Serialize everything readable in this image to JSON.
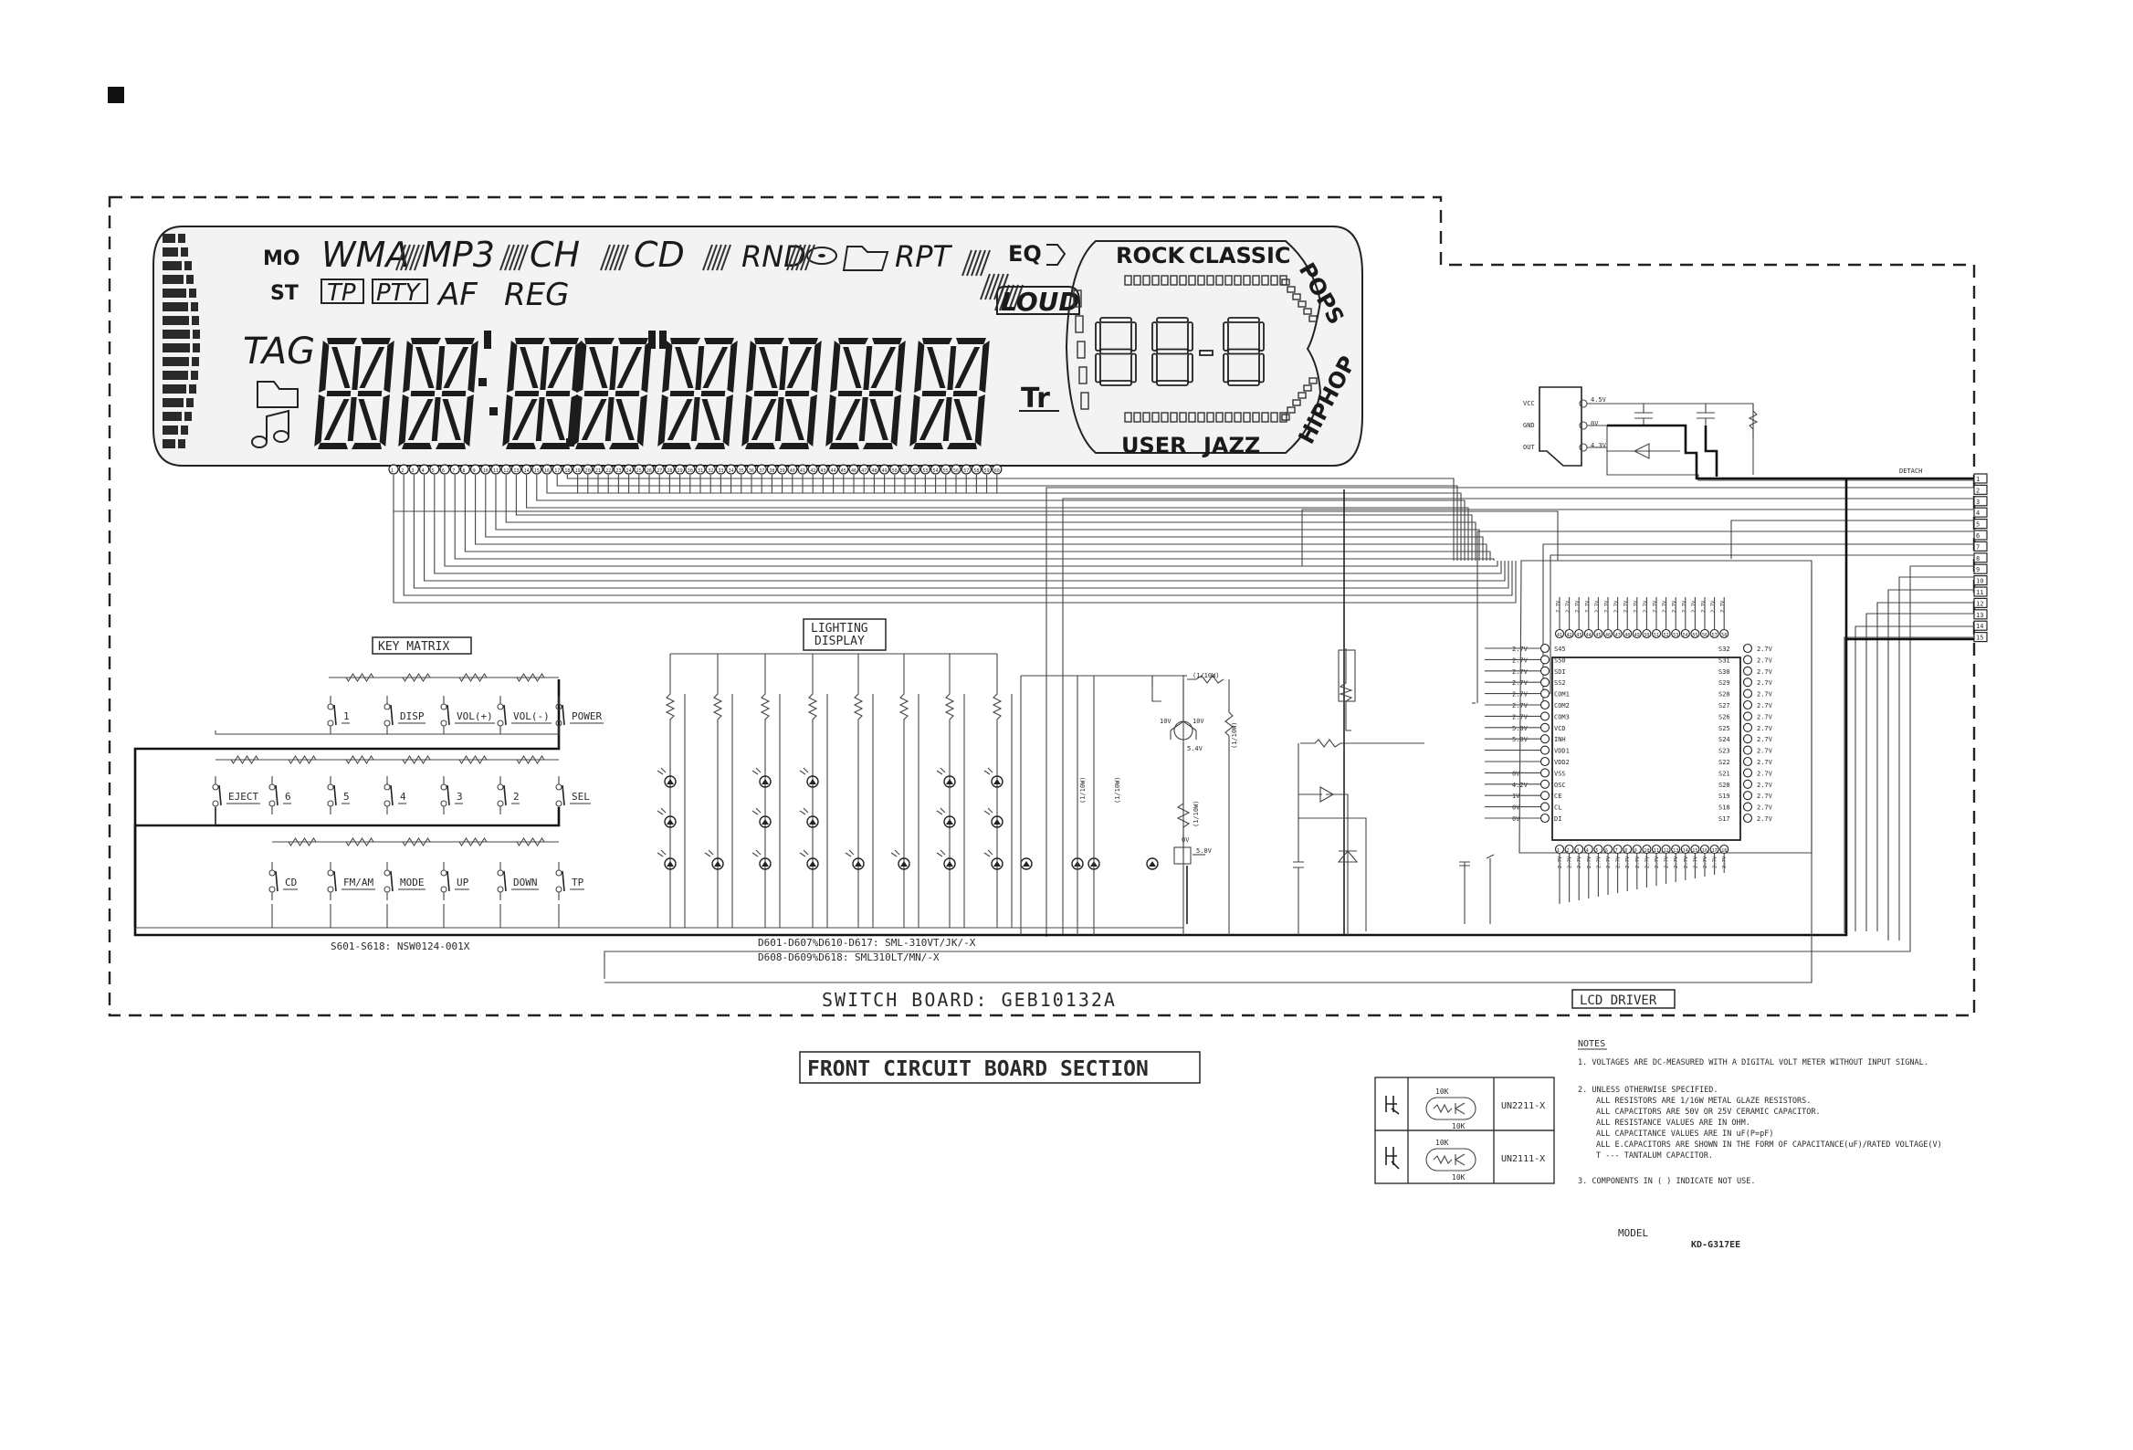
{
  "lcd": {
    "indicators_left": {
      "mo": "MO",
      "st": "ST",
      "tag": "TAG"
    },
    "row1": [
      "WMA",
      "MP3",
      "CH",
      "CD",
      "RND",
      "RPT"
    ],
    "row2": [
      "TP",
      "PTY",
      "AF",
      "REG"
    ],
    "eq_label": "EQ",
    "loud_label": "LOUD",
    "tr_label": "Tr",
    "eq_modes": [
      "ROCK",
      "CLASSIC",
      "POPS",
      "HIPHOP",
      "USER",
      "JAZZ"
    ],
    "pin_count": 60
  },
  "key_matrix": {
    "label": "KEY MATRIX",
    "row1": [
      "1",
      "DISP",
      "VOL(+)",
      "VOL(-)",
      "POWER"
    ],
    "row2": [
      "EJECT",
      "6",
      "5",
      "4",
      "3",
      "2",
      "SEL"
    ],
    "row3": [
      "CD",
      "FM/AM",
      "MODE",
      "UP",
      "DOWN",
      "TP"
    ],
    "part_note": "S601-S618: NSW0124-001X"
  },
  "lighting": {
    "label_line1": "LIGHTING",
    "label_line2": "DISPLAY",
    "note_line1": "D601-D607%D610-D617: SML-310VT/JK/-X",
    "note_line2": "D608-D609%D618: SML310LT/MN/-X"
  },
  "transistor_area": {
    "res_top": "(1/10W)",
    "res_side": "(1/10W)",
    "res_mid": "(1/10W)",
    "res_low1": "(1/10W)",
    "res_low2": "(1/10W)",
    "v_base": "10V",
    "v_coll": "10V",
    "v_emit": "5.4V",
    "v_zero": "0V",
    "v_five": "5.0V"
  },
  "lcd_driver": {
    "label": "LCD DRIVER",
    "left_pins": [
      "S45",
      "S50",
      "SDI",
      "SS2",
      "COM1",
      "COM2",
      "COM3",
      "VCD",
      "INH",
      "VDD1",
      "VDD2",
      "VSS",
      "OSC",
      "CE",
      "CL",
      "DI"
    ],
    "left_volts": [
      "2.7V",
      "2.7V",
      "2.7V",
      "2.7V",
      "2.7V",
      "2.7V",
      "2.7V",
      "5.0V",
      "5.0V",
      "",
      "",
      "0V",
      "4.2V",
      "1V",
      "0V",
      "0V"
    ],
    "right_pins": [
      "S32",
      "S31",
      "S30",
      "S29",
      "S28",
      "S27",
      "S26",
      "S25",
      "S24",
      "S23",
      "S22",
      "S21",
      "S20",
      "S19",
      "S18",
      "S17"
    ],
    "volt": "2.7V"
  },
  "sensor": {
    "vcc": "VCC",
    "gnd": "GND",
    "out": "OUT",
    "v_vcc": "4.5V",
    "v_gnd": "0V",
    "v_out": "4.3V"
  },
  "connector": {
    "label": "DETACH",
    "pins": [
      "1",
      "2",
      "3",
      "4",
      "5",
      "6",
      "7",
      "8",
      "9",
      "10",
      "11",
      "12",
      "13",
      "14",
      "15"
    ]
  },
  "board_label": "SWITCH BOARD: GEB10132A",
  "section_title": "FRONT CIRCUIT BOARD SECTION",
  "legend": {
    "r1": "10K",
    "r2": "10K",
    "part1": "UN2211-X",
    "part2": "UN2111-X"
  },
  "notes": {
    "heading": "NOTES",
    "n1": "1. VOLTAGES ARE DC-MEASURED WITH A DIGITAL VOLT METER WITHOUT INPUT SIGNAL.",
    "n2a": "2. UNLESS OTHERWISE SPECIFIED.",
    "n2b": "ALL RESISTORS ARE 1/16W   METAL GLAZE  RESISTORS.",
    "n2c": "ALL CAPACITORS ARE 50V OR 25V CERAMIC CAPACITOR.",
    "n2d": "ALL RESISTANCE VALUES ARE IN OHM.",
    "n2e": "ALL CAPACITANCE VALUES ARE IN uF(P=pF)",
    "n2f": "ALL E.CAPACITORS ARE SHOWN IN THE FORM OF CAPACITANCE(uF)/RATED VOLTAGE(V)",
    "n2g": "T --- TANTALUM CAPACITOR.",
    "n3": "3. COMPONENTS IN (  ) INDICATE NOT USE."
  },
  "model": {
    "label": "MODEL",
    "value": "KD-G317EE"
  }
}
